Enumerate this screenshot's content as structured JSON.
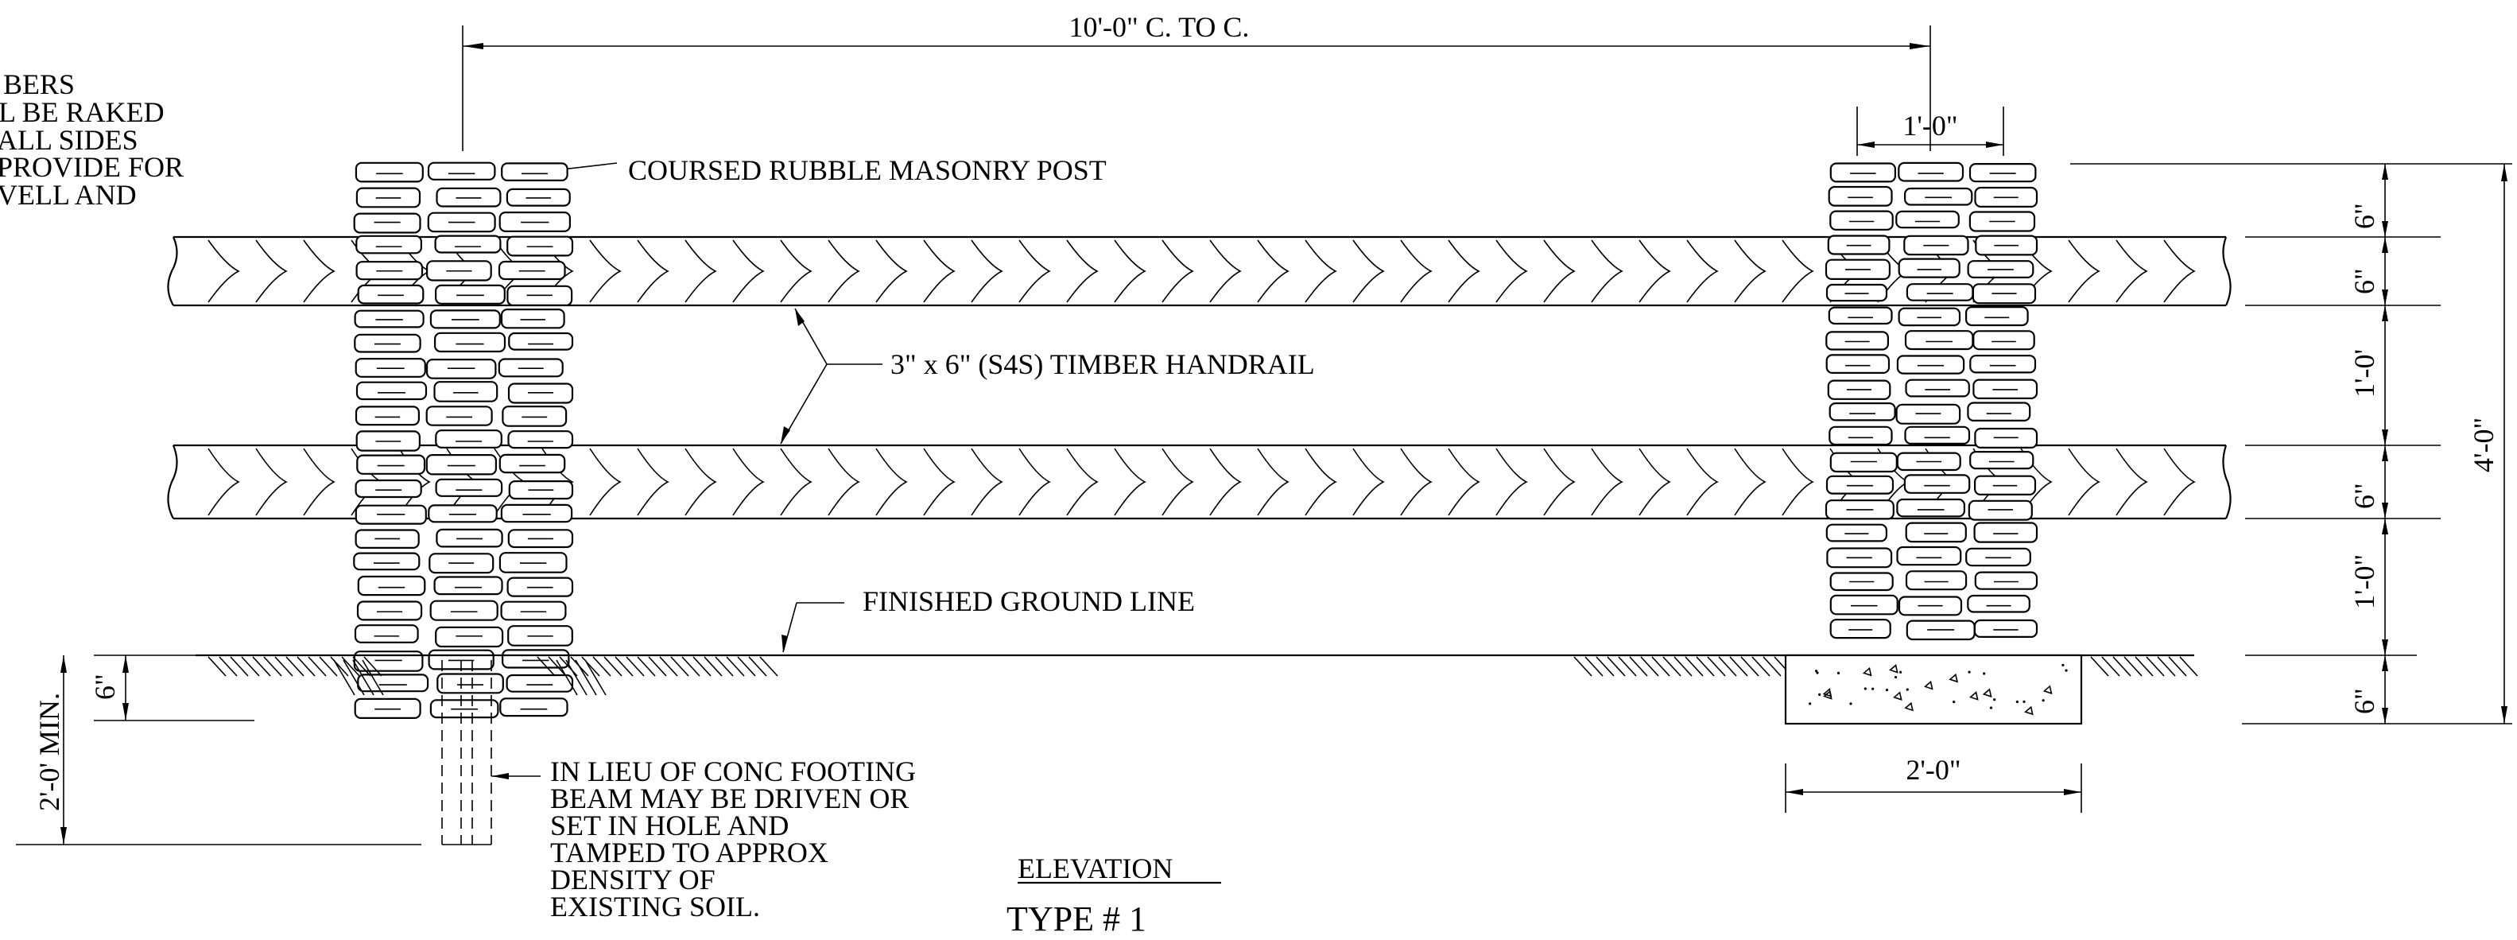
{
  "notes": {
    "left_cut": [
      "BERS",
      "L BE RAKED",
      "ALL SIDES",
      "PROVIDE FOR",
      "VELL AND"
    ],
    "footing": [
      "IN LIEU OF CONC FOOTING",
      "BEAM MAY BE DRIVEN OR",
      "SET IN HOLE AND",
      "TAMPED TO APPROX",
      "DENSITY OF",
      "EXISTING SOIL."
    ]
  },
  "labels": {
    "post": "COURSED RUBBLE MASONRY POST",
    "handrail": "3\" x 6\" (S4S) TIMBER HANDRAIL",
    "ground": "FINISHED GROUND LINE",
    "elevation": "ELEVATION",
    "type": "TYPE # 1"
  },
  "dimensions": {
    "center_to_center": "10'-0\" C. TO C.",
    "post_width": "1'-0\"",
    "footing_width": "2'-0\"",
    "embed_min": "2'-0' MIN.",
    "embed_6": "6\"",
    "right_stack": [
      "6\"",
      "6\"",
      "1'-0'",
      "6\"",
      "1'-0\"",
      "6\""
    ],
    "overall": "4'-0\""
  }
}
